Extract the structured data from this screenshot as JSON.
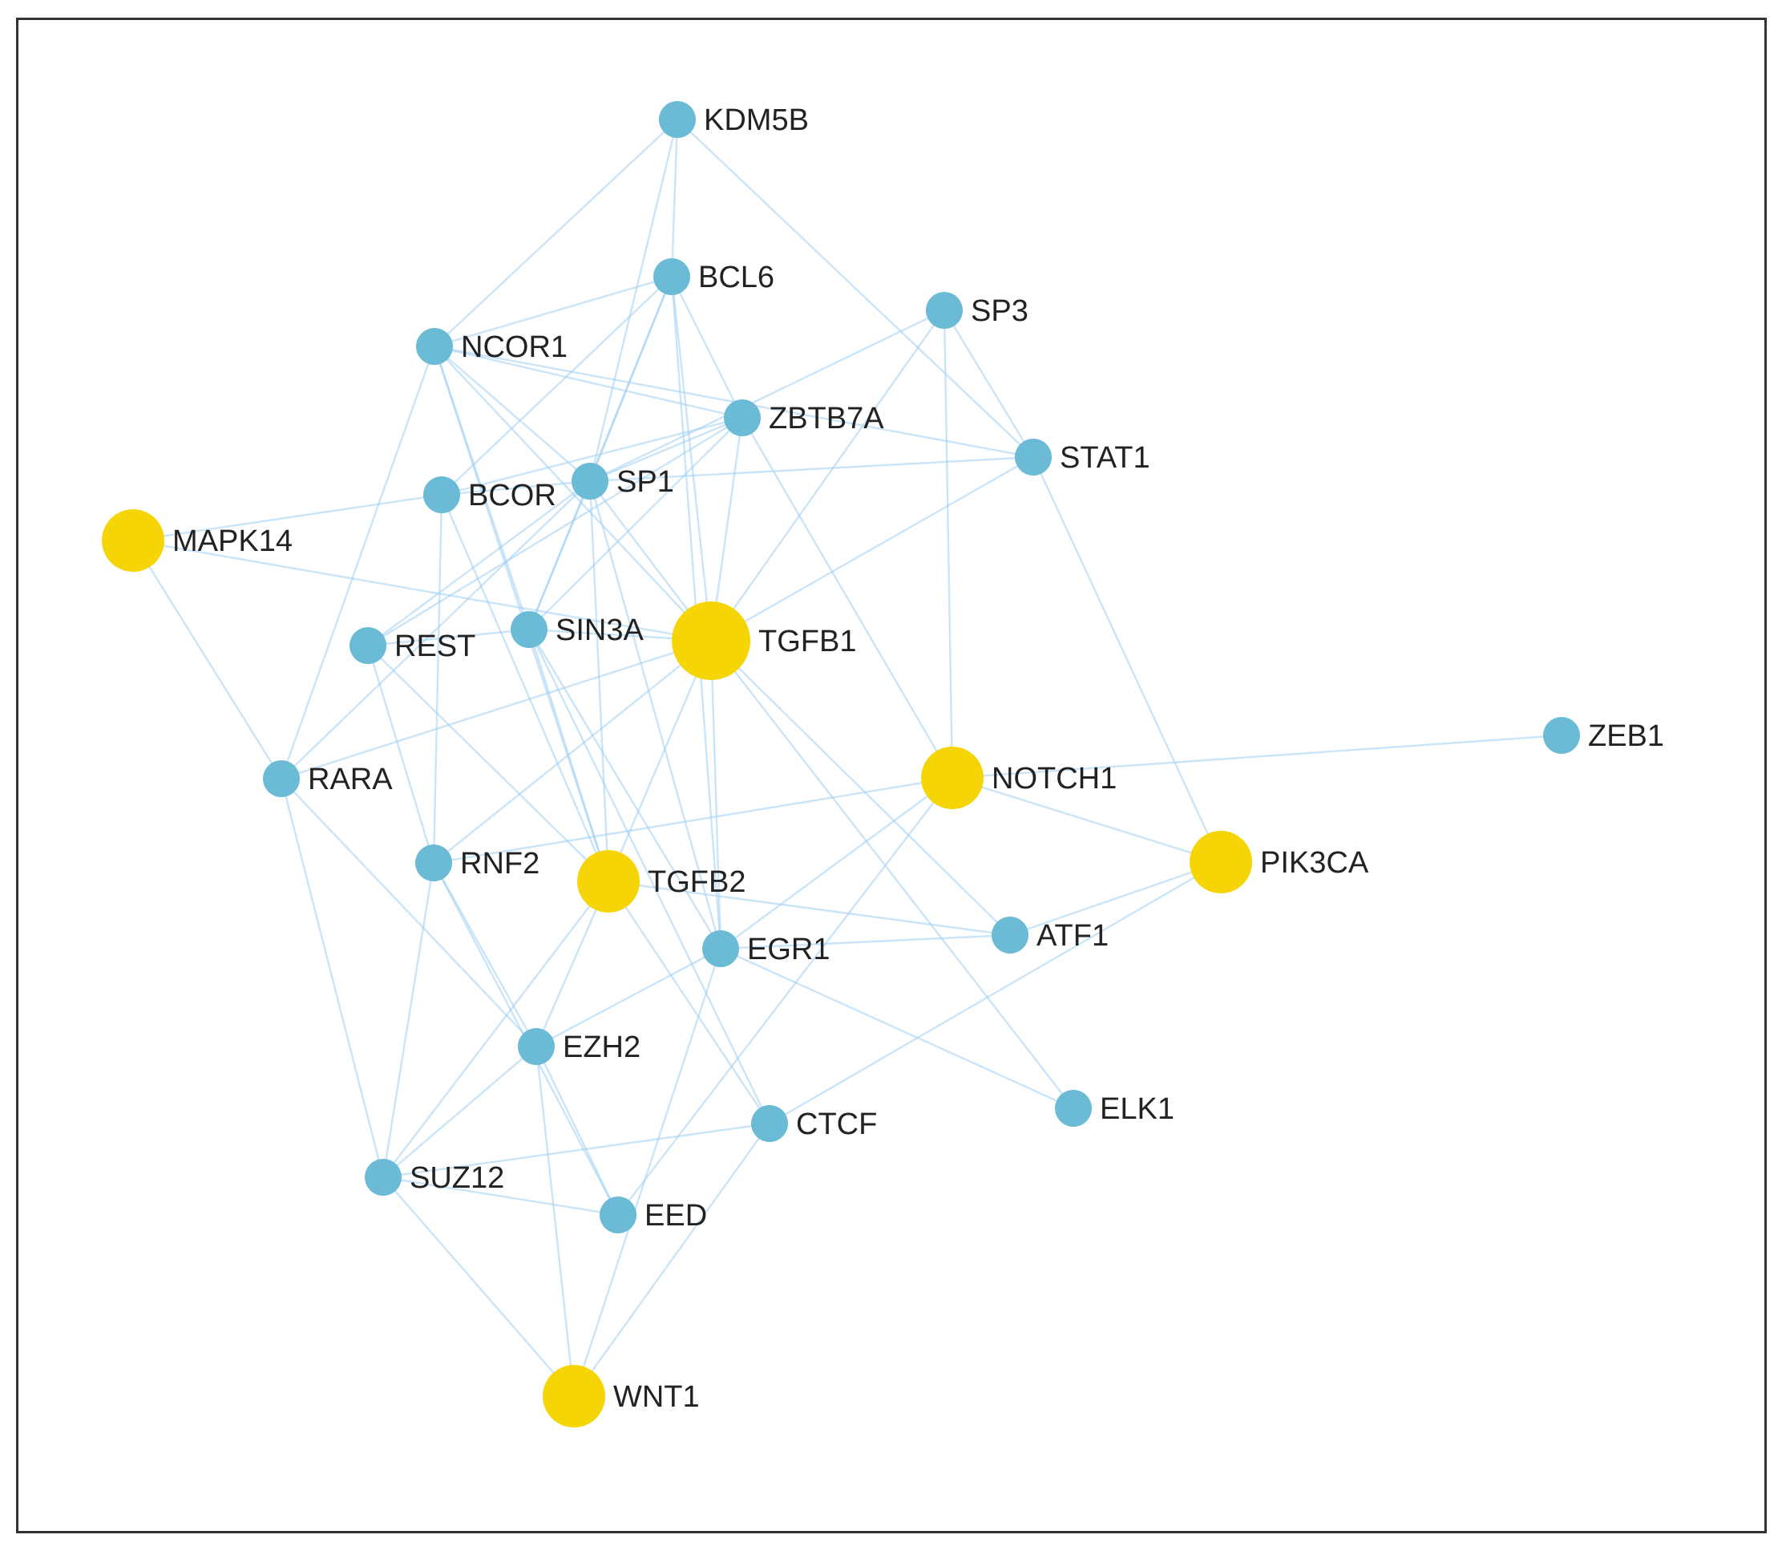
{
  "graph": {
    "colors": {
      "primary_node": "#6bbbd6",
      "highlight_node": "#f5d506",
      "edge": "#9fcdf2"
    },
    "nodes": [
      {
        "id": "KDM5B",
        "label": "KDM5B",
        "highlight": false
      },
      {
        "id": "BCL6",
        "label": "BCL6",
        "highlight": false
      },
      {
        "id": "SP3",
        "label": "SP3",
        "highlight": false
      },
      {
        "id": "NCOR1",
        "label": "NCOR1",
        "highlight": false
      },
      {
        "id": "ZBTB7A",
        "label": "ZBTB7A",
        "highlight": false
      },
      {
        "id": "STAT1",
        "label": "STAT1",
        "highlight": false
      },
      {
        "id": "BCOR",
        "label": "BCOR",
        "highlight": false
      },
      {
        "id": "SP1",
        "label": "SP1",
        "highlight": false
      },
      {
        "id": "MAPK14",
        "label": "MAPK14",
        "highlight": true
      },
      {
        "id": "REST",
        "label": "REST",
        "highlight": false
      },
      {
        "id": "SIN3A",
        "label": "SIN3A",
        "highlight": false
      },
      {
        "id": "TGFB1",
        "label": "TGFB1",
        "highlight": true
      },
      {
        "id": "ZEB1",
        "label": "ZEB1",
        "highlight": false
      },
      {
        "id": "RARA",
        "label": "RARA",
        "highlight": false
      },
      {
        "id": "NOTCH1",
        "label": "NOTCH1",
        "highlight": true
      },
      {
        "id": "RNF2",
        "label": "RNF2",
        "highlight": false
      },
      {
        "id": "TGFB2",
        "label": "TGFB2",
        "highlight": true
      },
      {
        "id": "PIK3CA",
        "label": "PIK3CA",
        "highlight": true
      },
      {
        "id": "ATF1",
        "label": "ATF1",
        "highlight": false
      },
      {
        "id": "EGR1",
        "label": "EGR1",
        "highlight": false
      },
      {
        "id": "EZH2",
        "label": "EZH2",
        "highlight": false
      },
      {
        "id": "ELK1",
        "label": "ELK1",
        "highlight": false
      },
      {
        "id": "CTCF",
        "label": "CTCF",
        "highlight": false
      },
      {
        "id": "SUZ12",
        "label": "SUZ12",
        "highlight": false
      },
      {
        "id": "EED",
        "label": "EED",
        "highlight": false
      },
      {
        "id": "WNT1",
        "label": "WNT1",
        "highlight": true
      }
    ],
    "edges": [
      [
        "KDM5B",
        "BCL6"
      ],
      [
        "KDM5B",
        "SP1"
      ],
      [
        "KDM5B",
        "NCOR1"
      ],
      [
        "KDM5B",
        "STAT1"
      ],
      [
        "BCL6",
        "NCOR1"
      ],
      [
        "BCL6",
        "ZBTB7A"
      ],
      [
        "BCL6",
        "SP1"
      ],
      [
        "BCL6",
        "TGFB1"
      ],
      [
        "BCL6",
        "SIN3A"
      ],
      [
        "BCL6",
        "BCOR"
      ],
      [
        "BCL6",
        "EGR1"
      ],
      [
        "SP3",
        "STAT1"
      ],
      [
        "SP3",
        "NOTCH1"
      ],
      [
        "SP3",
        "TGFB1"
      ],
      [
        "SP3",
        "SP1"
      ],
      [
        "NCOR1",
        "SP1"
      ],
      [
        "NCOR1",
        "ZBTB7A"
      ],
      [
        "NCOR1",
        "TGFB1"
      ],
      [
        "NCOR1",
        "RARA"
      ],
      [
        "NCOR1",
        "SIN3A"
      ],
      [
        "NCOR1",
        "TGFB2"
      ],
      [
        "NCOR1",
        "STAT1"
      ],
      [
        "ZBTB7A",
        "SP1"
      ],
      [
        "ZBTB7A",
        "BCOR"
      ],
      [
        "ZBTB7A",
        "REST"
      ],
      [
        "ZBTB7A",
        "TGFB1"
      ],
      [
        "ZBTB7A",
        "NOTCH1"
      ],
      [
        "ZBTB7A",
        "SIN3A"
      ],
      [
        "STAT1",
        "SP1"
      ],
      [
        "STAT1",
        "TGFB1"
      ],
      [
        "STAT1",
        "PIK3CA"
      ],
      [
        "BCOR",
        "SP1"
      ],
      [
        "BCOR",
        "RNF2"
      ],
      [
        "BCOR",
        "TGFB2"
      ],
      [
        "BCOR",
        "MAPK14"
      ],
      [
        "SP1",
        "TGFB1"
      ],
      [
        "SP1",
        "REST"
      ],
      [
        "SP1",
        "SIN3A"
      ],
      [
        "SP1",
        "RARA"
      ],
      [
        "SP1",
        "TGFB2"
      ],
      [
        "SP1",
        "EGR1"
      ],
      [
        "MAPK14",
        "TGFB1"
      ],
      [
        "MAPK14",
        "RARA"
      ],
      [
        "REST",
        "SIN3A"
      ],
      [
        "REST",
        "TGFB2"
      ],
      [
        "REST",
        "RNF2"
      ],
      [
        "SIN3A",
        "TGFB1"
      ],
      [
        "SIN3A",
        "TGFB2"
      ],
      [
        "SIN3A",
        "EGR1"
      ],
      [
        "SIN3A",
        "CTCF"
      ],
      [
        "TGFB1",
        "TGFB2"
      ],
      [
        "TGFB1",
        "RARA"
      ],
      [
        "TGFB1",
        "ATF1"
      ],
      [
        "TGFB1",
        "EGR1"
      ],
      [
        "TGFB1",
        "ELK1"
      ],
      [
        "TGFB1",
        "RNF2"
      ],
      [
        "ZEB1",
        "NOTCH1"
      ],
      [
        "RARA",
        "SUZ12"
      ],
      [
        "RARA",
        "EZH2"
      ],
      [
        "NOTCH1",
        "PIK3CA"
      ],
      [
        "NOTCH1",
        "EGR1"
      ],
      [
        "NOTCH1",
        "RNF2"
      ],
      [
        "NOTCH1",
        "EED"
      ],
      [
        "RNF2",
        "EZH2"
      ],
      [
        "RNF2",
        "EED"
      ],
      [
        "RNF2",
        "SUZ12"
      ],
      [
        "TGFB2",
        "ATF1"
      ],
      [
        "TGFB2",
        "EZH2"
      ],
      [
        "TGFB2",
        "CTCF"
      ],
      [
        "TGFB2",
        "SUZ12"
      ],
      [
        "PIK3CA",
        "ATF1"
      ],
      [
        "PIK3CA",
        "CTCF"
      ],
      [
        "ATF1",
        "EGR1"
      ],
      [
        "EGR1",
        "EZH2"
      ],
      [
        "EGR1",
        "ELK1"
      ],
      [
        "EGR1",
        "WNT1"
      ],
      [
        "EZH2",
        "SUZ12"
      ],
      [
        "EZH2",
        "EED"
      ],
      [
        "EZH2",
        "WNT1"
      ],
      [
        "CTCF",
        "SUZ12"
      ],
      [
        "CTCF",
        "WNT1"
      ],
      [
        "SUZ12",
        "EED"
      ],
      [
        "SUZ12",
        "WNT1"
      ]
    ]
  }
}
